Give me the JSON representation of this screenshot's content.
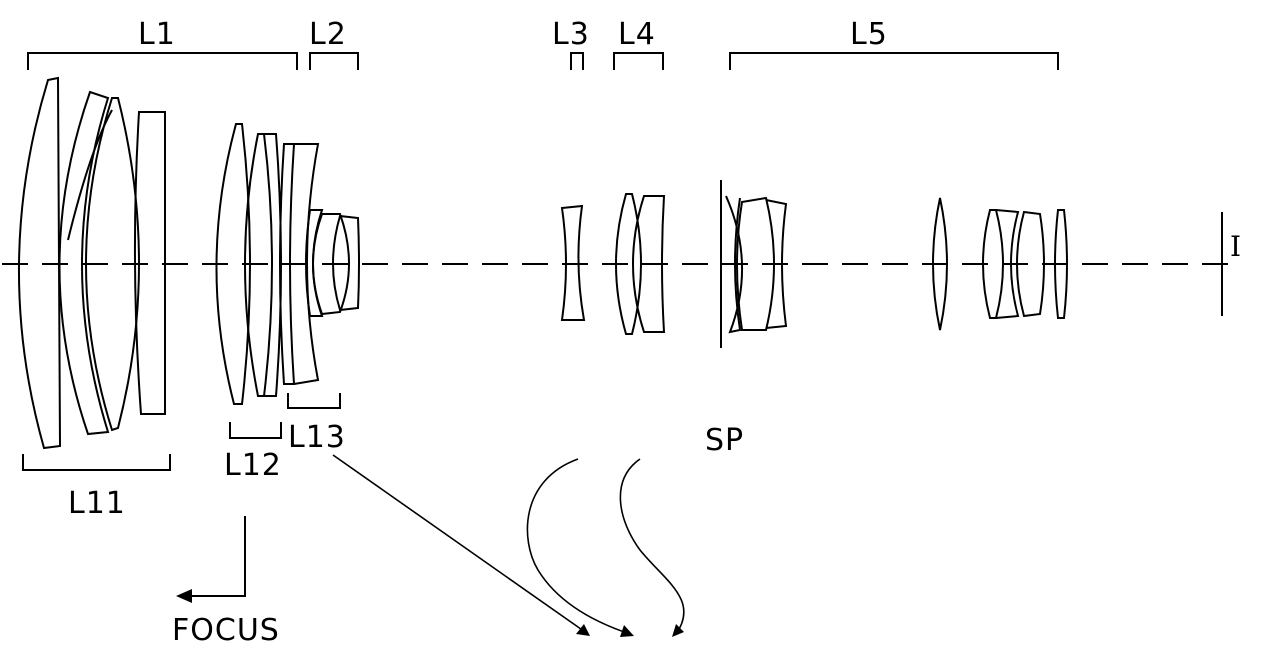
{
  "labels": {
    "L1": "L1",
    "L2": "L2",
    "L3": "L3",
    "L4": "L4",
    "L5": "L5",
    "L11": "L11",
    "L12": "L12",
    "L13": "L13",
    "SP": "SP",
    "I": "I",
    "FOCUS": "FOCUS"
  }
}
